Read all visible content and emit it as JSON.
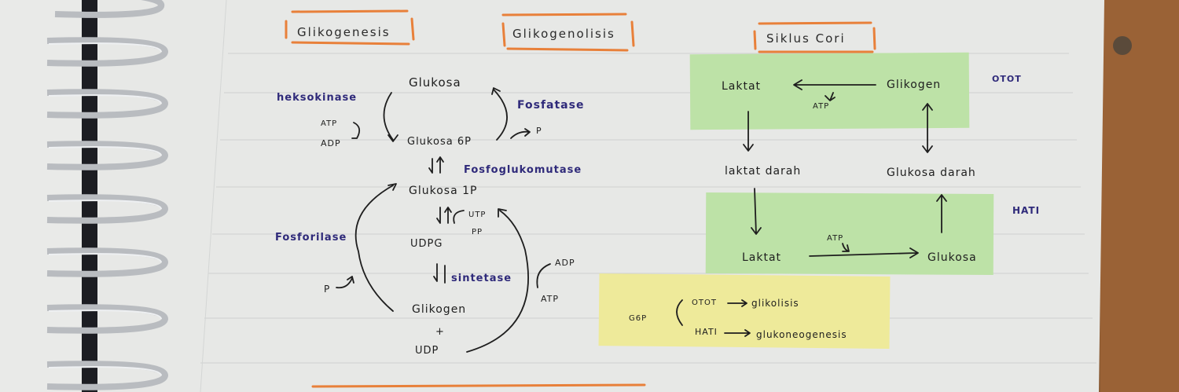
{
  "headings": {
    "glikogenesis": "Glikogenesis",
    "glikogenolisis": "Glikogenolisis",
    "siklus_cori": "Siklus Cori"
  },
  "pathway": {
    "glukosa": "Glukosa",
    "heksokinase": "heksokinase",
    "atp": "ATP",
    "adp": "ADP",
    "glukosa6p": "Glukosa 6P",
    "fosfatase": "Fosfatase",
    "p": "P",
    "fosfoglukomutase": "Fosfoglukomutase",
    "glukosa1p": "Glukosa 1P",
    "utp": "UTP",
    "pp": "PP",
    "udpg": "UDPG",
    "fosforilase": "Fosforilase",
    "sintetase": "sintetase",
    "p_in": "P",
    "glikogen": "Glikogen",
    "plus": "+",
    "udp": "UDP",
    "adp_right": "ADP",
    "atp_right": "ATP"
  },
  "cori": {
    "otot_label": "OTOT",
    "hati_label": "HATI",
    "laktat_top": "Laktat",
    "glikogen_top": "Glikogen",
    "atp_top": "ATP",
    "laktat_darah": "laktat darah",
    "glukosa_darah": "Glukosa darah",
    "laktat_bottom": "Laktat",
    "atp_bottom": "ATP",
    "glukosa_bottom": "Glukosa"
  },
  "note": {
    "g6p": "G6P",
    "otot": "OTOT",
    "glikolisis": "glikolisis",
    "hati": "HATI",
    "glukoneogenesis": "glukoneogenesis"
  },
  "colors": {
    "paper": "#e7e8e6",
    "orange_box": "#e8803a",
    "green_note": "#bde2a7",
    "yellow_note": "#eeea9a",
    "blue_ink": "#2f2a7a",
    "wood": "#8a5a32"
  }
}
